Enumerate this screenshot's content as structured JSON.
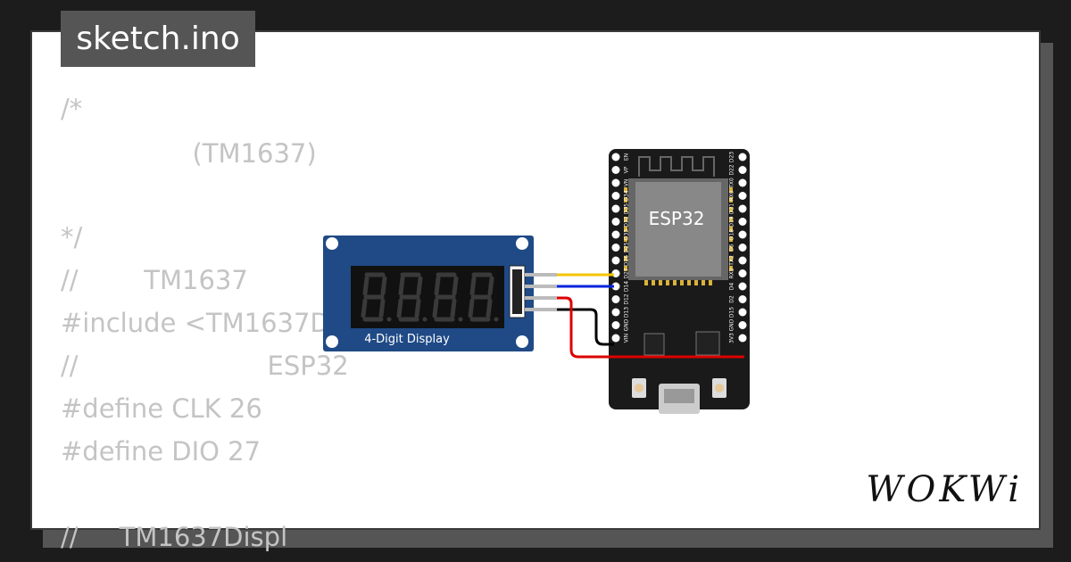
{
  "tab": {
    "title": "sketch.ino"
  },
  "code": {
    "lines": [
      "/*",
      "                (TM1637)",
      "",
      "*/",
      "//        TM1637",
      "#include <TM1637D",
      "//                       ESP32",
      "#define CLK 26",
      "#define DIO 27",
      "",
      "//     TM1637Displ"
    ]
  },
  "display_module": {
    "label": "4-Digit Display",
    "board_color": "#1f4a86"
  },
  "esp32": {
    "chip_label": "ESP32",
    "left_pins": [
      "EN",
      "VP",
      "VN",
      "D34",
      "D35",
      "D32",
      "D33",
      "D25",
      "D26",
      "D27",
      "D14",
      "D12",
      "D13",
      "GND",
      "VIN"
    ],
    "right_pins": [
      "D23",
      "D22",
      "TX0",
      "RX0",
      "D21",
      "D19",
      "D18",
      "D5",
      "TX2",
      "RX2",
      "D4",
      "D2",
      "D15",
      "GND",
      "3V3"
    ]
  },
  "wires": {
    "clk_color": "#f5c400",
    "dio_color": "#0022dd",
    "gnd_color": "#000000",
    "vcc_color": "#dd0000"
  },
  "brand": {
    "name": "WOKWi"
  }
}
